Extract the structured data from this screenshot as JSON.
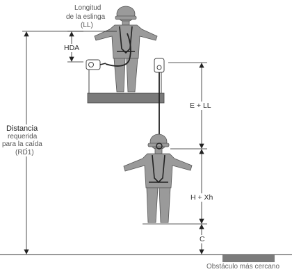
{
  "labels": {
    "ll": [
      "Longitud",
      "de la eslinga",
      "(LL)"
    ],
    "rd": [
      "Distancia",
      "requerida",
      "para la caída",
      "(RD1)"
    ],
    "obstacle": "Obstáculo más cercano"
  },
  "dimensions": {
    "hda": "HDA",
    "ell": "E + LL",
    "hxh": "H + Xh",
    "c": "C"
  },
  "colors": {
    "figure": "#9a9a9a",
    "outline": "#555555",
    "line": "#222222",
    "platform": "#7a7a7a",
    "obstacle": "#7b7b7b",
    "text": "#555555"
  }
}
